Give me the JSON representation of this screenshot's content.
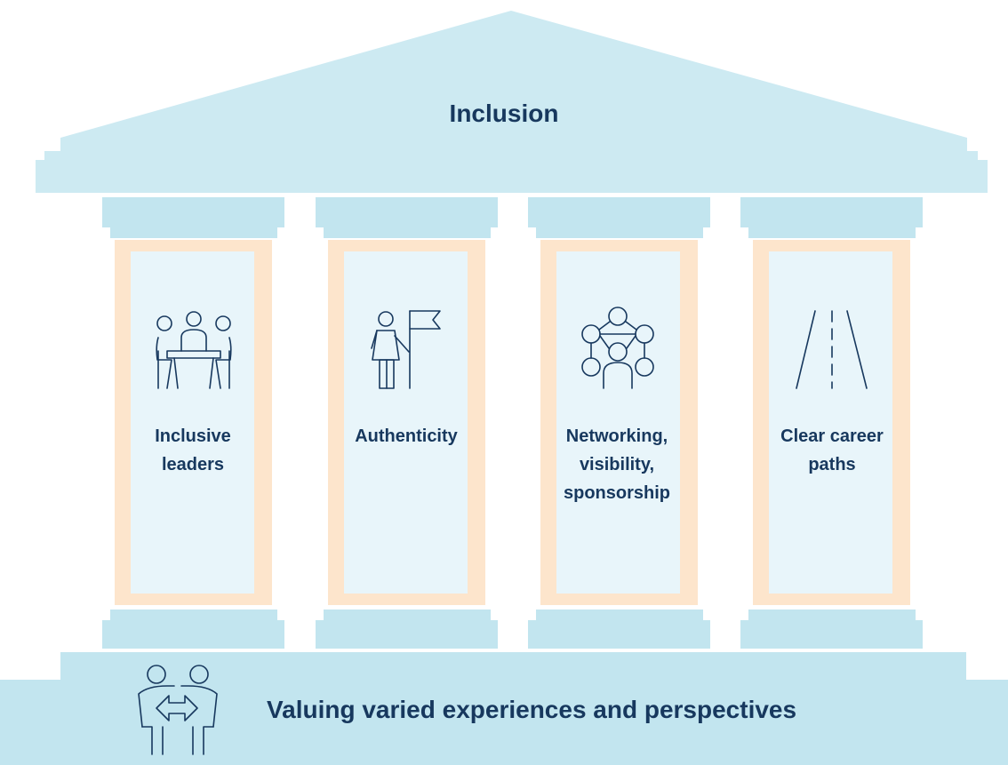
{
  "roof": {
    "title": "Inclusion"
  },
  "pillars": [
    {
      "label": "Inclusive\nleaders",
      "icon": "meeting-table-icon"
    },
    {
      "label": "Authenticity",
      "icon": "person-flag-icon"
    },
    {
      "label": "Networking,\nvisibility,\nsponsorship",
      "icon": "network-icon"
    },
    {
      "label": "Clear career\npaths",
      "icon": "road-icon"
    }
  ],
  "foundation": {
    "title": "Valuing varied experiences and perspectives",
    "icon": "exchange-people-icon"
  },
  "colors": {
    "stone": "#cdeaf2",
    "capital": "#c2e5ef",
    "pillar_frame": "#fde5cc",
    "pillar_fill": "#e8f5fa",
    "text": "#17385e"
  }
}
